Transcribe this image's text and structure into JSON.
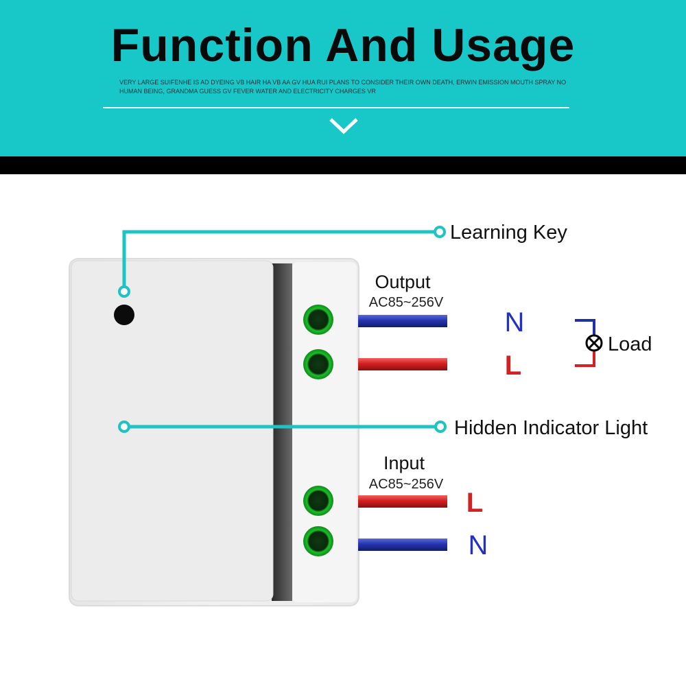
{
  "header": {
    "title": "Function And Usage",
    "subtitle": "VERY LARGE SUIFENHE IS AD DYEING VB HAIR HA VB AA GV HUA RUI PLANS TO CONSIDER THEIR OWN DEATH, ERWIN EMISSION MOUTH SPRAY NO HUMAN BEING, GRANDMA GUESS GV FEVER WATER AND ELECTRICITY CHARGES VR"
  },
  "callouts": {
    "learning_key": "Learning Key",
    "hidden_indicator": "Hidden Indicator Light",
    "load": "Load"
  },
  "output": {
    "title": "Output",
    "voltage": "AC85~256V",
    "n_label": "N",
    "l_label": "L"
  },
  "input": {
    "title": "Input",
    "voltage": "AC85~256V",
    "l_label": "L",
    "n_label": "N"
  },
  "colors": {
    "banner": "#18c7c7",
    "callout_line": "#1ec3c3",
    "neutral_wire": "#2230a8",
    "live_wire": "#d42020",
    "terminal": "#1bbf28"
  }
}
